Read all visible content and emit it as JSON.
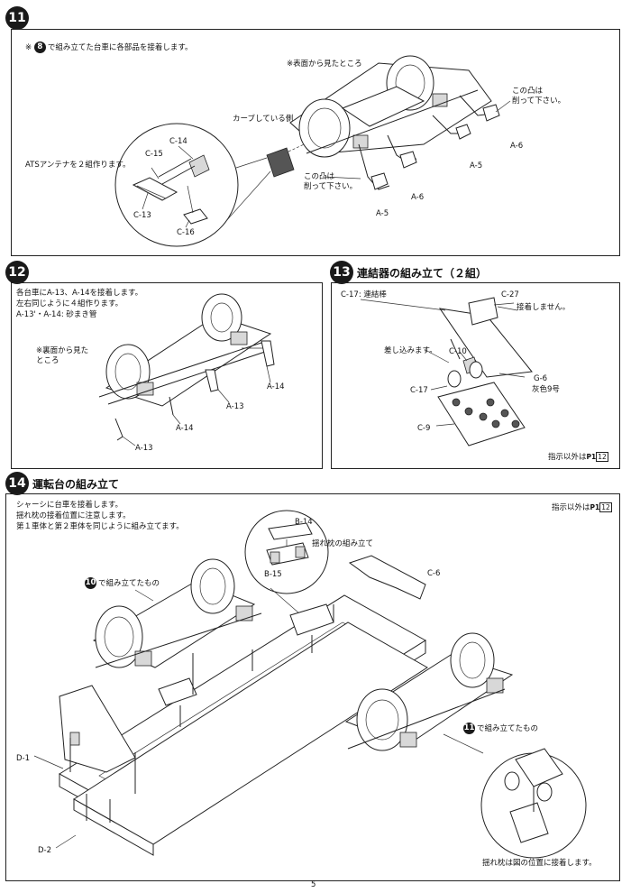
{
  "steps": {
    "s11": {
      "number": "11",
      "instruction_step_ref": "8",
      "instruction_text": "で組み立てた台車に各部品を接着します。",
      "view_note": "※表面から見たところ",
      "curved_side": "カーブしている側",
      "ats_note": "ATSアンテナを２組作ります。",
      "shave_note_a": "この凸は\n削って下さい。",
      "shave_note_b": "この凸は\n削って下さい。",
      "parts": [
        "C-14",
        "C-15",
        "C-13",
        "C-16",
        "A-6",
        "A-5",
        "A-6",
        "A-5"
      ]
    },
    "s12": {
      "number": "12",
      "instruction_lines": [
        "各台車にA-13、A-14を接着します。",
        "左右同じように４組作ります。",
        "A-13'・A-14: 砂まき管"
      ],
      "view_note": "※裏面から見た\nところ",
      "parts": [
        "A-14",
        "A-13",
        "A-14",
        "A-13"
      ]
    },
    "s13": {
      "number": "13",
      "title": "連結器の組み立て（２組）",
      "coupler_label": "C-17: 連結棒",
      "part_c27": "C-27",
      "no_glue": "接着しません。",
      "insert_note": "差し込みます。",
      "part_c10": "C-10",
      "part_g6": "G-6",
      "gray_note": "灰色9号",
      "part_c17": "C-17",
      "part_c9": "C-9",
      "paint_ref": "指示以外は",
      "paint_ref_page": "P1",
      "paint_ref_num": "12"
    },
    "s14": {
      "number": "14",
      "title": "運転台の組み立て",
      "instruction_lines": [
        "シャーシに台車を接着します。",
        "揺れ枕の接着位置に注意します。",
        "第１車体と第２車体を同じように組み立てます。"
      ],
      "paint_ref": "指示以外は",
      "paint_ref_page": "P1",
      "paint_ref_num": "12",
      "part_b14": "B-14",
      "part_b15": "B-15",
      "pillow_assembly": "揺れ枕の組み立て",
      "part_c6": "C-6",
      "ref10_num": "10",
      "ref10_text": "で組み立てたもの",
      "ref11_num": "11",
      "ref11_text": "で組み立てたもの",
      "part_d1": "D-1",
      "part_d2": "D-2",
      "pillow_note": "揺れ枕は図の位置に接着します。"
    }
  },
  "page_number": "5"
}
